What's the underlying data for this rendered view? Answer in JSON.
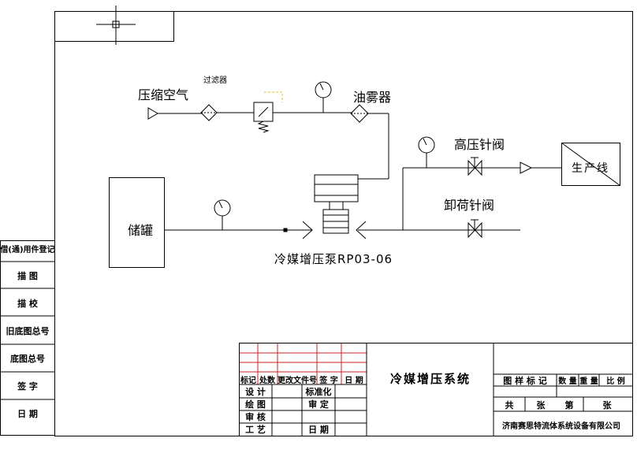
{
  "diagram": {
    "labels": {
      "compressed_air": "压缩空气",
      "filter": "过滤器",
      "oil_mist": "油雾器",
      "storage_tank": "储罐",
      "high_pressure_valve": "高压针阀",
      "unload_valve": "卸荷针阀",
      "production_line": "生产线",
      "pump": "冷媒增压泵RP03-06"
    }
  },
  "left_strip": {
    "items": [
      "借(通)用件登记",
      "描 图",
      "描 校",
      "旧底图总号",
      "底图总号",
      "签 字",
      "日 期"
    ]
  },
  "title_block": {
    "header_row": [
      "标记",
      "处数",
      "更改文件号",
      "签 字",
      "日 期"
    ],
    "sign_rows": [
      {
        "left": "设 计",
        "right": "标准化"
      },
      {
        "left": "绘 图",
        "right": "审 定"
      },
      {
        "left": "审 核",
        "right": ""
      },
      {
        "left": "工 艺",
        "right": "日 期"
      }
    ],
    "drawing_title": "冷媒增压系统",
    "info_headers": [
      "图 样 标 记",
      "数 量",
      "重 量",
      "比 例"
    ],
    "sheet_row": [
      "共",
      "张",
      "第",
      "张"
    ],
    "company": "济南赛思特流体系统设备有限公司"
  },
  "colors": {
    "line": "#000000",
    "grid_red": "#cc2222",
    "accent_yellow": "#d8c020"
  }
}
